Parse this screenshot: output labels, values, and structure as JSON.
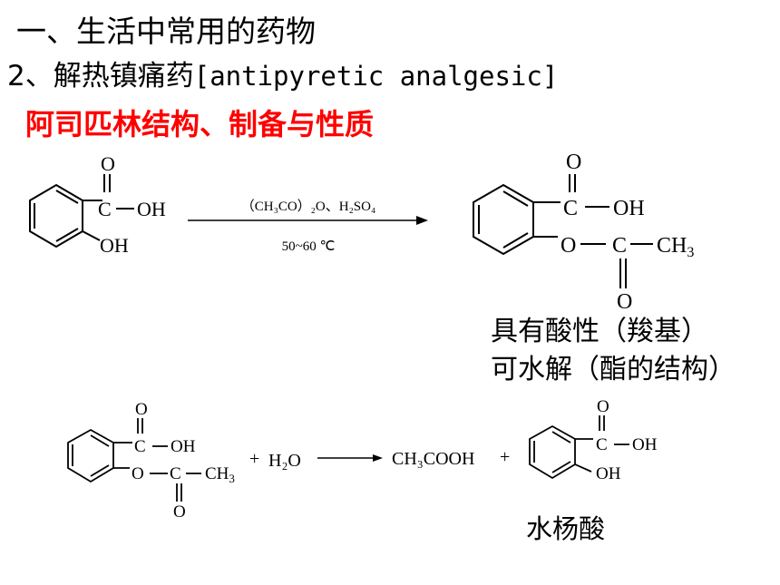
{
  "header": {
    "line1": "一、生活中常用的药物",
    "line2_prefix": "2、解热镇痛药",
    "line2_mono": "[antipyretic analgesic]",
    "subtitle": "阿司匹林结构、制备与性质",
    "subtitle_color": "#ff0000"
  },
  "reaction1": {
    "reagents": "（CH₃CO）₂O、H₂SO₄",
    "conditions": "50~60 ℃",
    "reactant_labels": {
      "carbonyl_o": "O",
      "acid_c": "C",
      "oh": "OH",
      "phenol_oh": "OH"
    },
    "product_labels": {
      "carbonyl_o": "O",
      "acid_c": "C",
      "oh": "OH",
      "ester_o": "O",
      "ester_c": "C",
      "ch3": "CH",
      "ch3_sub": "3",
      "ester_carbonyl_o": "O"
    }
  },
  "notes": {
    "acidity": "具有酸性（羧基）",
    "hydrolysis": "可水解（酯的结构）"
  },
  "reaction2": {
    "plus1": "+",
    "water": "H₂O",
    "acetic_acid": "CH₃COOH",
    "plus2": "+",
    "reactant_labels": {
      "carbonyl_o": "O",
      "acid_c": "C",
      "oh": "OH",
      "ester_o": "O",
      "ester_c": "C",
      "ch3": "CH",
      "ch3_sub": "3",
      "ester_carbonyl_o": "O"
    },
    "product_labels": {
      "carbonyl_o": "O",
      "acid_c": "C",
      "oh": "OH",
      "phenol_oh": "OH"
    },
    "product_name": "水杨酸"
  }
}
